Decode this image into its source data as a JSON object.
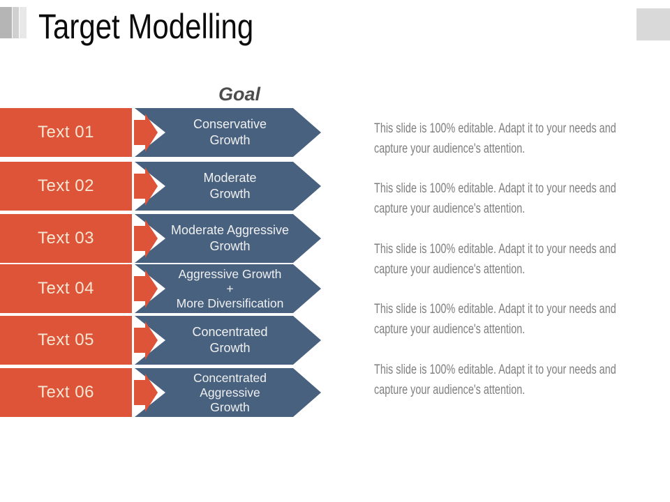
{
  "title": "Target Modelling",
  "goal_heading": "Goal",
  "colors": {
    "accent_orange": "#DD5438",
    "accent_blue": "#47617F",
    "label_text_cream": "#F5E6D3",
    "note_gray": "#7F7F7F",
    "decor_gray": "#D9D9D9"
  },
  "rows": [
    {
      "label": "Text 01",
      "goal_lines": [
        "Conservative",
        "Growth"
      ]
    },
    {
      "label": "Text 02",
      "goal_lines": [
        "Moderate",
        "Growth"
      ]
    },
    {
      "label": "Text 03",
      "goal_lines": [
        "Moderate Aggressive",
        "Growth"
      ]
    },
    {
      "label": "Text 04",
      "goal_lines": [
        "Aggressive Growth",
        "+",
        "More Diversification"
      ]
    },
    {
      "label": "Text 05",
      "goal_lines": [
        "Concentrated",
        "Growth"
      ]
    },
    {
      "label": "Text 06",
      "goal_lines": [
        "Concentrated",
        "Aggressive",
        "Growth"
      ]
    }
  ],
  "notes": [
    {
      "line1": "This slide is 100% editable. Adapt it to your needs and",
      "line2": "capture your audience's attention."
    },
    {
      "line1": "This slide is 100% editable. Adapt it to your needs and",
      "line2": "capture your audience's attention."
    },
    {
      "line1": "This slide is 100% editable. Adapt it to your needs and",
      "line2": "capture your audience's attention."
    },
    {
      "line1": "This slide is 100% editable. Adapt it to your needs and",
      "line2": "capture your audience's attention."
    },
    {
      "line1": "This slide is 100% editable. Adapt it to your needs and",
      "line2": "capture your audience's attention."
    }
  ]
}
